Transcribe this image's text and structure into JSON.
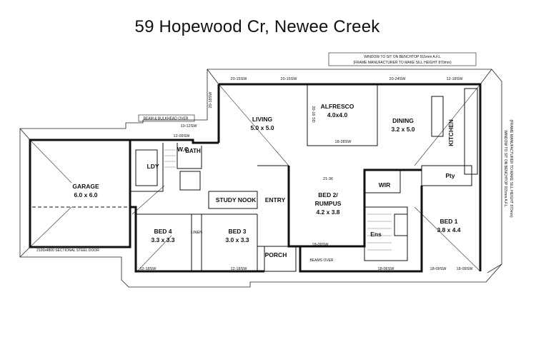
{
  "title": "59 Hopewood Cr, Newee Creek",
  "rooms": {
    "living": {
      "name": "LIVING",
      "dim": "5.0 x 5.0"
    },
    "alfresco": {
      "name": "ALFRESCO",
      "dim": "4.0x4.0"
    },
    "dining": {
      "name": "DINING",
      "dim": "3.2 x 5.0"
    },
    "kitchen": {
      "name": "KITCHEN"
    },
    "garage": {
      "name": "GARAGE",
      "dim": "6.0 x 6.0"
    },
    "ldy": {
      "name": "LDY"
    },
    "wc": {
      "name": "W.C"
    },
    "bath": {
      "name": "BATH"
    },
    "study": {
      "name": "STUDY NOOK"
    },
    "entry": {
      "name": "ENTRY"
    },
    "bed2": {
      "name": "BED 2/",
      "name2": "RUMPUS",
      "dim": "4.2 x 3.8"
    },
    "wir": {
      "name": "WIR"
    },
    "pty": {
      "name": "Pty"
    },
    "bed1": {
      "name": "BED 1",
      "dim": "3.8 x 4.4"
    },
    "bed4": {
      "name": "BED 4",
      "dim": "3.3 x 3.3"
    },
    "bed3": {
      "name": "BED 3",
      "dim": "3.0 x 3.3"
    },
    "ens": {
      "name": "Ens"
    },
    "porch": {
      "name": "PORCH"
    },
    "linen": {
      "name": "LINEN"
    }
  },
  "annotations": {
    "window_note_top": "WINDOW TO SIT ON BENCHTOP 915mm A.F.L",
    "window_note_top2": "(FRAME MANUFACTURER TO MAKE SILL HEIGHT 870mm)",
    "window_note_side": "WINDOW TO SIT ON BENCHTOP 915mm A.F.L",
    "window_note_side2": "(FRAME MANUFACTURER TO MAKE SILL HEIGHT 870mm)",
    "beam_bulkhead": "BEAM & BULKHEAD OVER",
    "garage_door": "2100x4800 SECTIONAL STEEL DOOR",
    "beams_over": "BEAMS OVER",
    "sw": [
      "20-15SW",
      "20-15SW",
      "20-24SW",
      "12-18SW",
      "20-18SW",
      "18-28SW",
      "20-16 SD",
      "12-09SW",
      "10-12SW",
      "12-18SW",
      "12-18SW",
      "18-09SW",
      "18-06SW",
      "18-09SW",
      "18-09SW",
      "21-36"
    ]
  }
}
